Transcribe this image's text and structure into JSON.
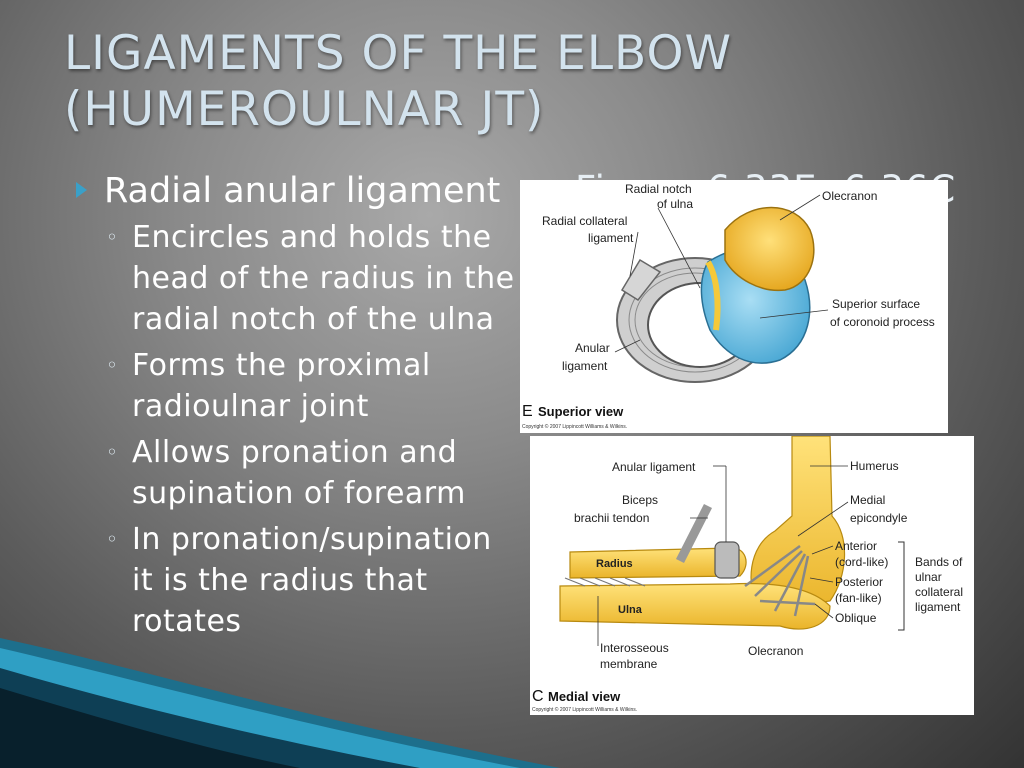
{
  "slide": {
    "title_line1": "LIGAMENTS OF THE ELBOW",
    "title_line2": "(HUMEROULNAR JT)",
    "partial_text": "Figure 6.33E, 6.36C",
    "main_bullet": "Radial anular ligament",
    "sub_bullets": [
      "Encircles and holds the head of the radius in the radial notch of the ulna",
      "Forms the proximal radioulnar joint",
      "Allows pronation and supination of forearm",
      "In pronation/supination it is the radius that rotates"
    ]
  },
  "figure_e": {
    "labels": {
      "radial_notch": "Radial notch",
      "of_ulna": "of ulna",
      "olecranon": "Olecranon",
      "radial_collateral": "Radial collateral",
      "ligament": "ligament",
      "superior_surface": "Superior surface",
      "of_coronoid": "of coronoid process",
      "anular": "Anular",
      "anular_ligament": "ligament"
    },
    "caption_letter": "E",
    "caption": "Superior view",
    "copyright": "Copyright © 2007 Lippincott Williams & Wilkins."
  },
  "figure_c": {
    "labels": {
      "anular_ligament": "Anular ligament",
      "humerus": "Humerus",
      "biceps": "Biceps",
      "brachii_tendon": "brachii tendon",
      "medial": "Medial",
      "epicondyle": "epicondyle",
      "radius": "Radius",
      "anterior": "Anterior",
      "cord_like": "(cord-like)",
      "posterior": "Posterior",
      "fan_like": "(fan-like)",
      "oblique": "Oblique",
      "bands_of": "Bands of",
      "ulnar": "ulnar",
      "collateral": "collateral",
      "ligament": "ligament",
      "ulna": "Ulna",
      "interosseous": "Interosseous",
      "membrane": "membrane",
      "olecranon": "Olecranon"
    },
    "caption_letter": "C",
    "caption": "Medial view",
    "copyright": "Copyright © 2007 Lippincott Williams & Wilkins."
  },
  "colors": {
    "title": "#d3e3ee",
    "bullet_accent": "#3aa0c8",
    "bone_yellow": "#f5c93a",
    "cartilage_blue": "#7cc6e6",
    "swoosh_blue": "#2f9fc4"
  }
}
